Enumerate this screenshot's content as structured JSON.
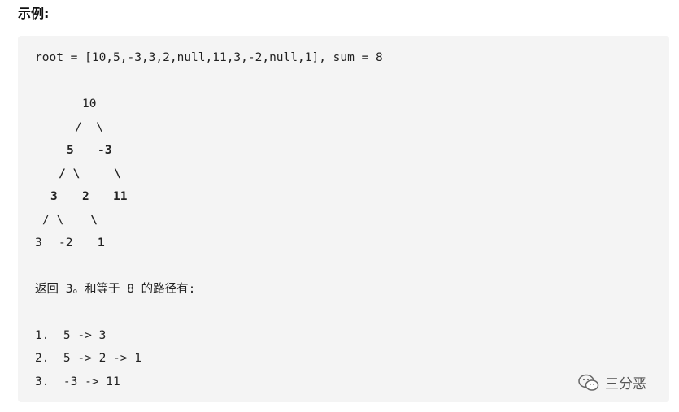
{
  "heading": "示例:",
  "code": {
    "input_line": "root = [10,5,-3,3,2,null,11,3,-2,null,1], sum = 8",
    "tree": {
      "row1": "10",
      "row2": "/  \\",
      "row3_left": "5",
      "row3_right": "-3",
      "row4_left": "/ \\",
      "row4_right": "\\",
      "row5_a": "3",
      "row5_b": "2",
      "row5_c": "11",
      "row6_left": "/ \\",
      "row6_right": "\\",
      "row7_a": "3",
      "row7_b": "-2",
      "row7_c": "1"
    },
    "result_line": "返回 3。和等于 8 的路径有:",
    "paths": [
      "1.  5 -> 3",
      "2.  5 -> 2 -> 1",
      "3.  -3 -> 11"
    ]
  },
  "watermark": {
    "icon": "wechat-icon",
    "text": "三分恶"
  }
}
